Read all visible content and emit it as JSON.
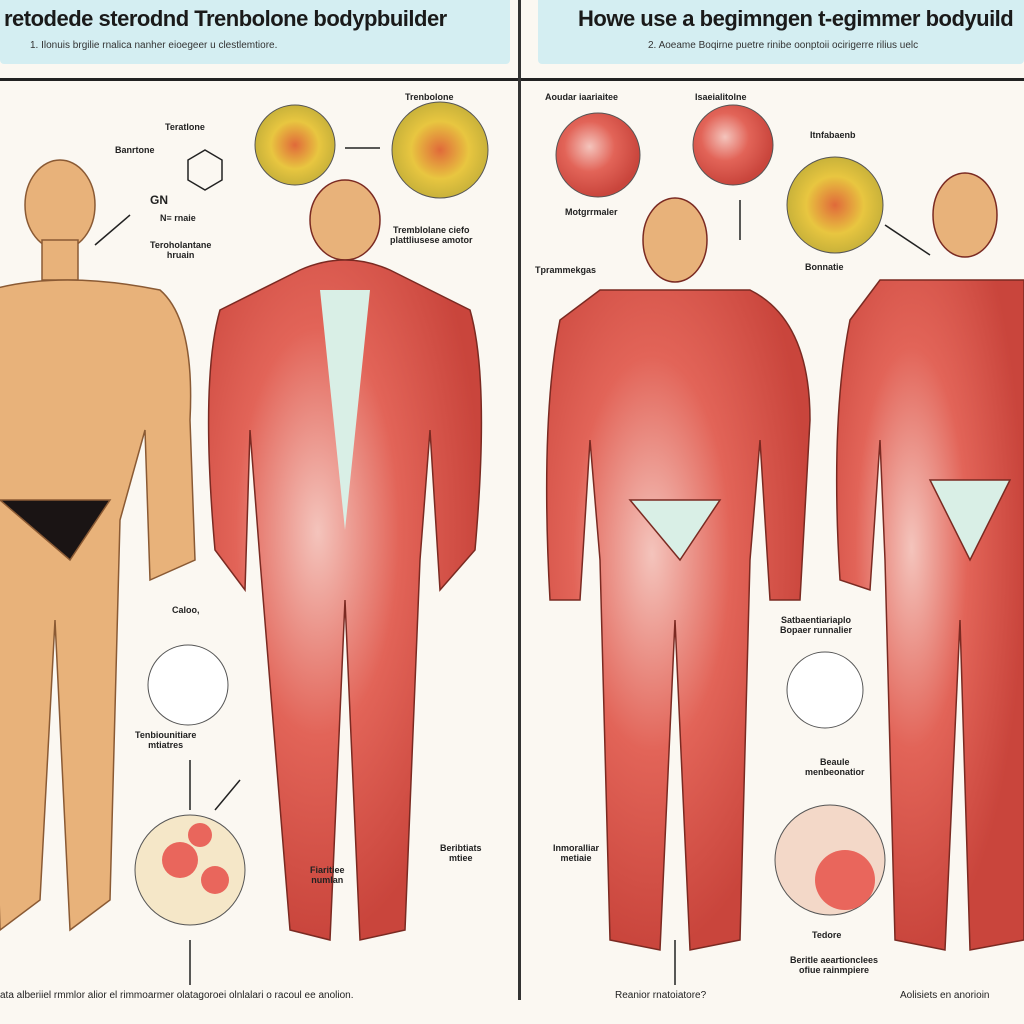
{
  "left_panel": {
    "title": "retodede sterodnd Trenbolone bodypbuilder",
    "subtitle": "1. Ilonuis brgilie rnalica nanher eioegeer u clestlemtiore.",
    "labels": {
      "a": "Teratlone",
      "b": "Banrtone",
      "c": "GN",
      "d": "N≡ rnaie",
      "e": "Teroholantane\nhruain",
      "f": "Trenbolone",
      "g": "Tremblolane ciefo\nplattliusese amotor",
      "h": "Caloo,",
      "i": "Tenbiounitiare\nmtiatres",
      "j": "Fiaritiee\nnumlan",
      "k": "Beribtiats\nmtiee"
    },
    "footer": "ata alberiiel rmmlor alior el rimmoarmer olatagoroei olnlalari o racoul ee anolion."
  },
  "right_panel": {
    "title": "Howe use a begimngen t-egimmer bodyuild",
    "subtitle": "2. Aoeame Boqirne puetre rinibe oonptoii ocirigerre rilius uelc",
    "labels": {
      "a": "Aoudar iaariaitee",
      "b": "Isaeialitolne",
      "c": "Itnfabaenb",
      "d": "Motgrrmaler",
      "e": "Tprammekgas",
      "f": "Bonnatie",
      "g": "Satbaentiariaplo\nBopaer runnalier",
      "h": "Beaule\nmenbeonatior",
      "i": "Inmoralliar\nmetiaie",
      "j": "Tedore",
      "k": "Beritle aeartionclees\nofiue rainmpiere",
      "l": "Reanior rnatoiatore?",
      "m": "Aolisiets en anorioin"
    }
  },
  "colors": {
    "header_bg": "#d4eef2",
    "muscle": "#d9554a",
    "skin": "#e8b27a",
    "tendon": "#d9efe6"
  }
}
